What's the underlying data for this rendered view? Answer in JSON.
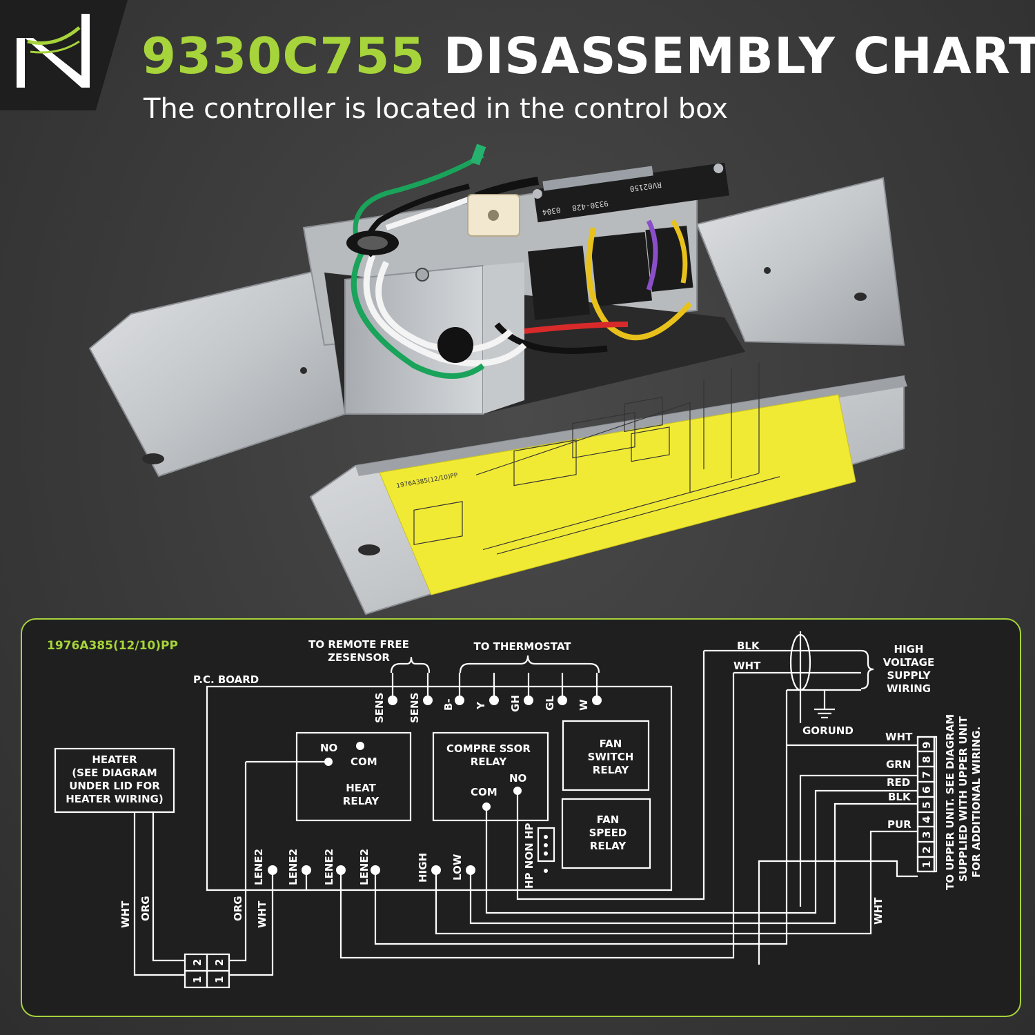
{
  "header": {
    "model_code": "9330C755",
    "title_rest": "DISASSEMBLY CHART",
    "subtitle": "The controller is located in the control box"
  },
  "photo": {
    "terminal_strip_label_1": "RV02150",
    "terminal_strip_label_2": "9330-428",
    "terminal_strip_label_3": "0304",
    "lid_label_code": "1976A385(12/10)PP"
  },
  "diagram": {
    "part_code": "1976A385(12/10)PP",
    "to_remote_freeze_sensor_line1": "TO REMOTE FREE",
    "to_remote_freeze_sensor_line2": "ZESENSOR",
    "to_thermostat": "TO THERMOSTAT",
    "pc_board": "P.C.  BOARD",
    "sensor_terminals": [
      "SENS",
      "SENS"
    ],
    "thermostat_terminals": [
      "B-",
      "Y",
      "GH",
      "GL",
      "W"
    ],
    "heater": [
      "HEATER",
      "(SEE DIAGRAM",
      "UNDER LID FOR",
      "HEATER WIRING)"
    ],
    "heat_relay": {
      "no": "NO",
      "com": "COM",
      "name_line1": "HEAT",
      "name_line2": "RELAY"
    },
    "compressor_relay": {
      "name_line1": "COMPRE SSOR",
      "name_line2": "RELAY",
      "com": "COM",
      "no": "NO"
    },
    "fan_switch_relay": [
      "FAN",
      "SWITCH",
      "RELAY"
    ],
    "fan_speed_relay": [
      "FAN",
      "SPEED",
      "RELAY"
    ],
    "hp_jumper": "HP NON HP",
    "line_terminals": [
      "LENE2",
      "LENE2",
      "LENE2",
      "LENE2"
    ],
    "speed_terminals": [
      "HIGH",
      "LOW"
    ],
    "heater_wires": [
      "WHT",
      "ORG",
      "ORG",
      "WHT"
    ],
    "connector_top": [
      "2",
      "2"
    ],
    "connector_bottom": [
      "1",
      "1"
    ],
    "supply_wires": [
      "BLK",
      "WHT"
    ],
    "high_voltage": [
      "HIGH",
      "VOLTAGE",
      "SUPPLY",
      "WIRING"
    ],
    "ground": "GORUND",
    "plug_wires": [
      "WHT",
      "GRN",
      "RED",
      "BLK",
      "PUR"
    ],
    "plug_pins": [
      "9",
      "8",
      "7",
      "6",
      "5",
      "4",
      "3",
      "2",
      "1"
    ],
    "bottom_wht": "WHT",
    "upper_unit_note": [
      "TO UPPER UNIT. SEE DIAGRAM",
      "SUPPLIED WITH UPPER UNIT",
      "FOR ADDITIONAL WIRING."
    ]
  },
  "colors": {
    "accent_green": "#a6d43a",
    "panel_bg": "#1f1f1f",
    "page_bg": "#3a3a3a",
    "sticker_yellow": "#f1ea35",
    "metal": "#c9ccce"
  }
}
